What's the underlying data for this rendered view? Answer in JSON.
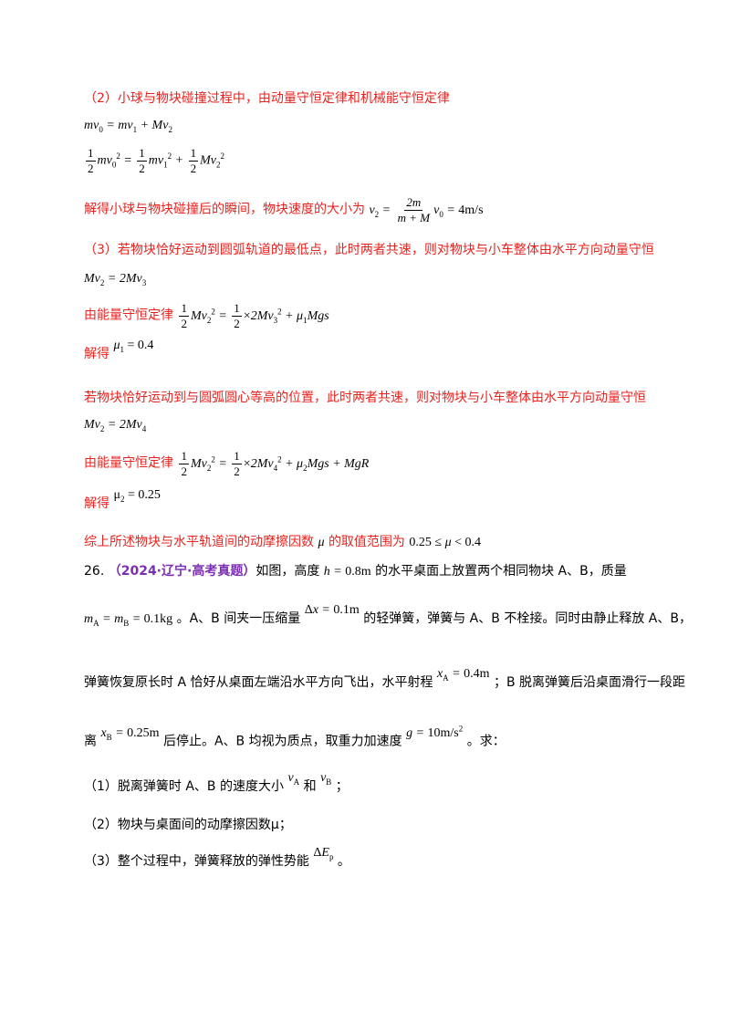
{
  "part2": {
    "heading": "（2）小球与物块碰撞过程中，由动量守恒定律和机械能守恒定律",
    "eq1": "mv₀ = mv₁ + Mv₂",
    "eq2": "½mv₀² = ½mv₁² + ½Mv₂²",
    "result_prefix": "解得小球与物块碰撞后的瞬间，物块速度的大小为",
    "result_formula": "v₂ = 2m/(m+M) v₀ = 4m/s"
  },
  "part3": {
    "heading": "（3）若物块恰好运动到圆弧轨道的最低点，此时两者共速，则对物块与小车整体由水平方向动量守恒",
    "eq1": "Mv₂ = 2Mv₃",
    "energy_prefix": "由能量守恒定律",
    "energy_eq1": "½Mv₂² = ½×2Mv₃² + μ₁Mgs",
    "solve_label": "解得",
    "mu1": "μ₁ = 0.4",
    "case2": "若物块恰好运动到与圆弧圆心等高的位置，此时两者共速，则对物块与小车整体由水平方向动量守恒",
    "eq2": "Mv₂ = 2Mv₄",
    "energy_eq2": "½Mv₂² = ½×2Mv₄² + μ₂Mgs + MgR",
    "mu2": "μ₂ = 0.25",
    "summary_prefix": "综上所述物块与水平轨道间的动摩擦因数",
    "summary_mid": "的取值范围为",
    "summary_range": "0.25 ≤ μ < 0.4"
  },
  "q26": {
    "number": "26.",
    "source": "（2024·辽宁·高考真题）",
    "t1": "如图，高度",
    "h": "h = 0.8m",
    "t2": "的水平桌面上放置两个相同物块 A、B，质量",
    "mass": "mA = mB = 0.1kg",
    "t3": "。A、B 间夹一压缩量",
    "dx": "Δx = 0.1m",
    "t4": "的轻弹簧，弹簧与 A、B 不栓接。同时由静止释放 A、B，",
    "t5": "弹簧恢复原长时 A 恰好从桌面左端沿水平方向飞出，水平射程",
    "xA": "xA = 0.4m",
    "t6": "；B 脱离弹簧后沿桌面滑行一段距",
    "t7": "离",
    "xB": "xB = 0.25m",
    "t8": "后停止。A、B 均视为质点，取重力加速度",
    "g": "g = 10m/s²",
    "t9": "。求：",
    "sub1_a": "（1）脱离弹簧时 A、B 的速度大小",
    "vA": "vA",
    "sub1_b": "和",
    "vB": "vB",
    "sub1_c": "；",
    "sub2": "（2）物块与桌面间的动摩擦因数μ；",
    "sub3_a": "（3）整个过程中，弹簧释放的弹性势能",
    "dEp": "ΔEp",
    "sub3_b": "。"
  }
}
